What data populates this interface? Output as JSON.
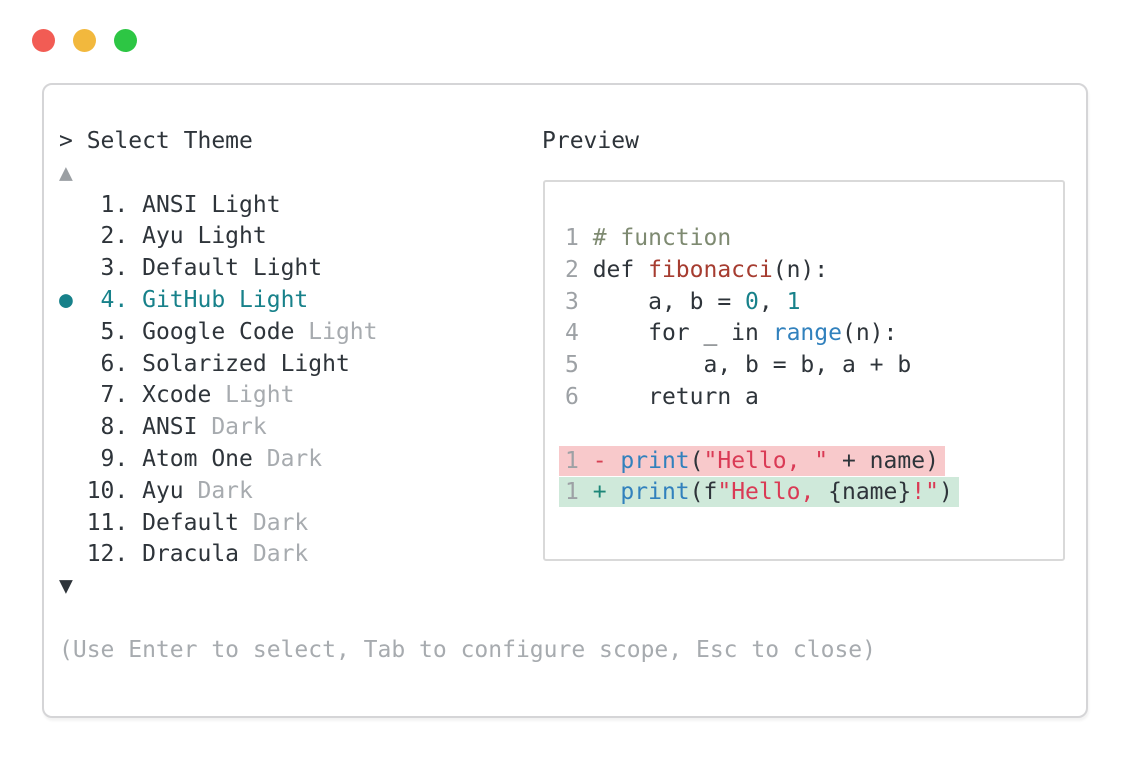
{
  "colors": {
    "text": "#2e343a",
    "muted": "#a7abaf",
    "linenum": "#9da1a5",
    "selected": "#17818a",
    "comment": "#7e8a71",
    "function": "#a63c30",
    "builtin": "#3181bd",
    "number": "#17818a",
    "string": "#da3a55",
    "removed": "#d64053",
    "added": "#1d8678",
    "removed_bg": "#f8c9cb",
    "added_bg": "#cfe9da",
    "window_border": "#d5d5d7",
    "preview_border": "#d9d9d9",
    "traffic_red": "#f25c54",
    "traffic_yellow": "#f2b83d",
    "traffic_green": "#2dc644"
  },
  "window_controls": [
    "close",
    "minimize",
    "zoom"
  ],
  "prompt": "> Select Theme",
  "scroll_up_indicator": "▲",
  "scroll_down_indicator": "▼",
  "theme_list": {
    "selected_marker": "●",
    "items": [
      {
        "number": "1",
        "name": "ANSI Light",
        "muted_suffix": "",
        "selected": false
      },
      {
        "number": "2",
        "name": "Ayu Light",
        "muted_suffix": "",
        "selected": false
      },
      {
        "number": "3",
        "name": "Default Light",
        "muted_suffix": "",
        "selected": false
      },
      {
        "number": "4",
        "name": "GitHub Light",
        "muted_suffix": "",
        "selected": true
      },
      {
        "number": "5",
        "name": "Google Code",
        "muted_suffix": " Light",
        "selected": false
      },
      {
        "number": "6",
        "name": "Solarized Light",
        "muted_suffix": "",
        "selected": false
      },
      {
        "number": "7",
        "name": "Xcode",
        "muted_suffix": " Light",
        "selected": false
      },
      {
        "number": "8",
        "name": "ANSI",
        "muted_suffix": " Dark",
        "selected": false
      },
      {
        "number": "9",
        "name": "Atom One",
        "muted_suffix": " Dark",
        "selected": false
      },
      {
        "number": "10",
        "name": "Ayu",
        "muted_suffix": " Dark",
        "selected": false
      },
      {
        "number": "11",
        "name": "Default",
        "muted_suffix": " Dark",
        "selected": false
      },
      {
        "number": "12",
        "name": "Dracula",
        "muted_suffix": " Dark",
        "selected": false
      }
    ]
  },
  "preview": {
    "label": "Preview",
    "lines": [
      {
        "num": "1",
        "tokens": [
          {
            "text": "# function",
            "color": "comment"
          }
        ]
      },
      {
        "num": "2",
        "tokens": [
          {
            "text": "def ",
            "color": "text"
          },
          {
            "text": "fibonacci",
            "color": "function"
          },
          {
            "text": "(n):",
            "color": "text"
          }
        ]
      },
      {
        "num": "3",
        "tokens": [
          {
            "text": "    a, b = ",
            "color": "text"
          },
          {
            "text": "0",
            "color": "number"
          },
          {
            "text": ", ",
            "color": "text"
          },
          {
            "text": "1",
            "color": "number"
          }
        ]
      },
      {
        "num": "4",
        "tokens": [
          {
            "text": "    for _ in ",
            "color": "text"
          },
          {
            "text": "range",
            "color": "builtin"
          },
          {
            "text": "(n):",
            "color": "text"
          }
        ]
      },
      {
        "num": "5",
        "tokens": [
          {
            "text": "        a, b = b, a + b",
            "color": "text"
          }
        ]
      },
      {
        "num": "6",
        "tokens": [
          {
            "text": "    return a",
            "color": "text"
          }
        ]
      },
      {
        "blank": true
      },
      {
        "num": "1",
        "diff": "removed",
        "tokens": [
          {
            "text": "- ",
            "color": "removed"
          },
          {
            "text": "print",
            "color": "builtin"
          },
          {
            "text": "(",
            "color": "text"
          },
          {
            "text": "\"Hello, \"",
            "color": "string"
          },
          {
            "text": " + name)",
            "color": "text"
          }
        ]
      },
      {
        "num": "1",
        "diff": "added",
        "tokens": [
          {
            "text": "+ ",
            "color": "added"
          },
          {
            "text": "print",
            "color": "builtin"
          },
          {
            "text": "(f",
            "color": "text"
          },
          {
            "text": "\"Hello, ",
            "color": "string"
          },
          {
            "text": "{name}",
            "color": "text"
          },
          {
            "text": "!\"",
            "color": "string"
          },
          {
            "text": ")",
            "color": "text"
          }
        ]
      }
    ]
  },
  "footer_hint": "(Use Enter to select, Tab to configure scope, Esc to close)"
}
